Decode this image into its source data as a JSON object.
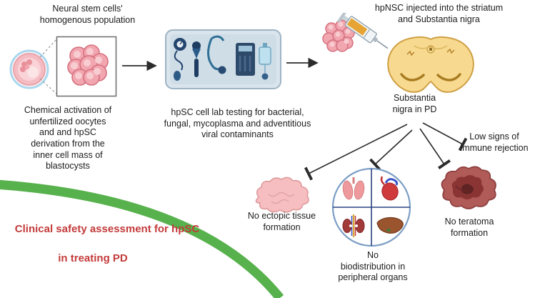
{
  "figure": {
    "stage1": {
      "population_label": "Neural stem cells'\nhomogenous population",
      "derivation_label": "Chemical activation of\nunfertilized oocytes\nand and hpSC\nderivation from the\ninner cell mass of\nblastocysts"
    },
    "stage2": {
      "lab_label": "hpSC cell lab testing for bacterial,\nfungal, mycoplasma and adventitious\nviral contaminants"
    },
    "stage3": {
      "injection_label": "hpNSC injected into the striatum\nand Substantia nigra",
      "brain_region_label": "Substantia\nnigra in PD"
    },
    "outcomes": {
      "ectopic_label": "No ectopic tissue\nformation",
      "biodistribution_label": "No\nbiodistribution in\nperipheral organs",
      "teratoma_label": "No teratoma\nformation",
      "immune_label": "Low signs of\nimmune rejection"
    },
    "banner": {
      "title_line1": "Clinical safety assessment for hpSC",
      "title_line2": "in treating PD"
    },
    "colors": {
      "banner_text": "#c43b3b",
      "banner_arc": "#57b14c",
      "cells_pink": "#f2a6b0",
      "brain_yellow": "#f7da8f",
      "teratoma_red": "#7d2f2f",
      "arrow": "#2b2b2b"
    },
    "icons": {
      "oocyte-icon": "pink oocyte circle with blue ring",
      "cell-cluster-icon": "cluster of pink stem cells",
      "lab-equipment-icon": "tray of medical lab instruments",
      "syringe-icon": "syringe with orange fluid",
      "brain-section-icon": "midbrain cross-section",
      "ectopic-tissue-icon": "pink tissue blob",
      "organs-icon": "circle with lungs, heart, kidneys and liver",
      "teratoma-icon": "dark red folded tissue mass",
      "inhibition-arrow-icon": "line ending in T-bar"
    }
  }
}
